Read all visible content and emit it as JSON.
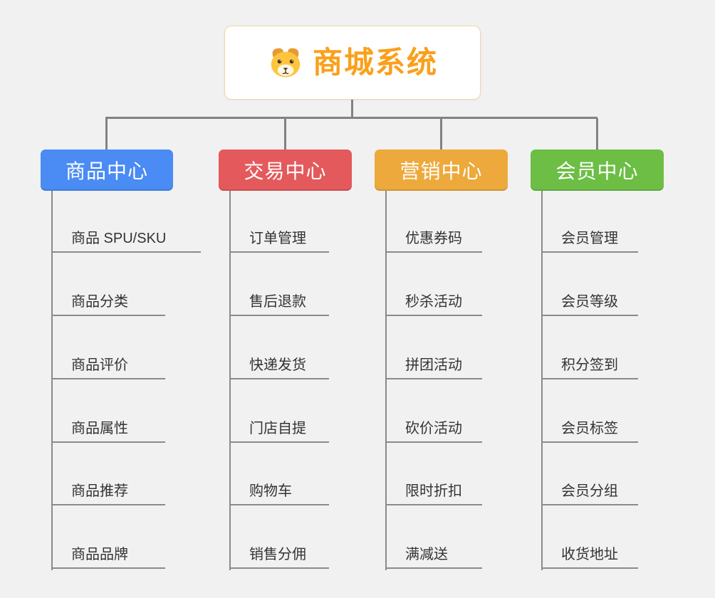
{
  "root": {
    "title": "商城系统",
    "icon": "dog-face-icon",
    "title_color": "#f9a01b"
  },
  "branches": [
    {
      "label": "商品中心",
      "color": "#4a8bf4",
      "children": [
        "商品 SPU/SKU",
        "商品分类",
        "商品评价",
        "商品属性",
        "商品推荐",
        "商品品牌"
      ]
    },
    {
      "label": "交易中心",
      "color": "#e4595c",
      "children": [
        "订单管理",
        "售后退款",
        "快递发货",
        "门店自提",
        "购物车",
        "销售分佣"
      ]
    },
    {
      "label": "营销中心",
      "color": "#eda93b",
      "children": [
        "优惠券码",
        "秒杀活动",
        "拼团活动",
        "砍价活动",
        "限时折扣",
        "满减送"
      ]
    },
    {
      "label": "会员中心",
      "color": "#6cbe45",
      "children": [
        "会员管理",
        "会员等级",
        "积分签到",
        "会员标签",
        "会员分组",
        "收货地址"
      ]
    }
  ],
  "colors": {
    "background": "#f1f1f2",
    "connector": "#828282",
    "root_border": "#f0d7a4"
  }
}
